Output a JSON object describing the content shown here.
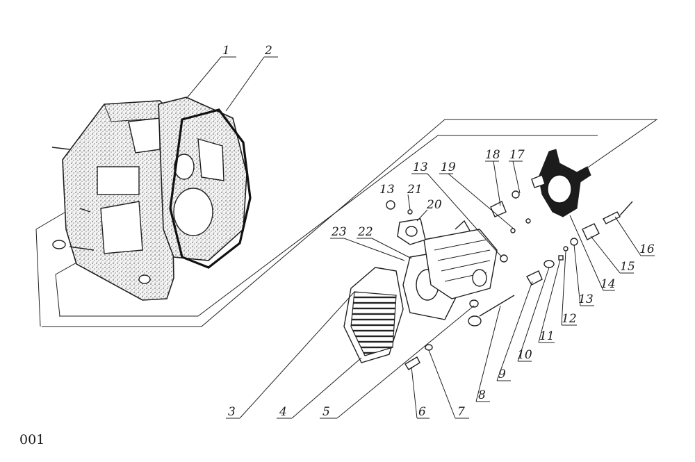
{
  "diagram": {
    "callouts": [
      "1",
      "2",
      "3",
      "4",
      "5",
      "6",
      "7",
      "8",
      "9",
      "10",
      "11",
      "12",
      "13",
      "14",
      "15",
      "16",
      "17",
      "18",
      "19",
      "13",
      "21",
      "20",
      "23",
      "22",
      "13"
    ]
  },
  "page_number": "001"
}
